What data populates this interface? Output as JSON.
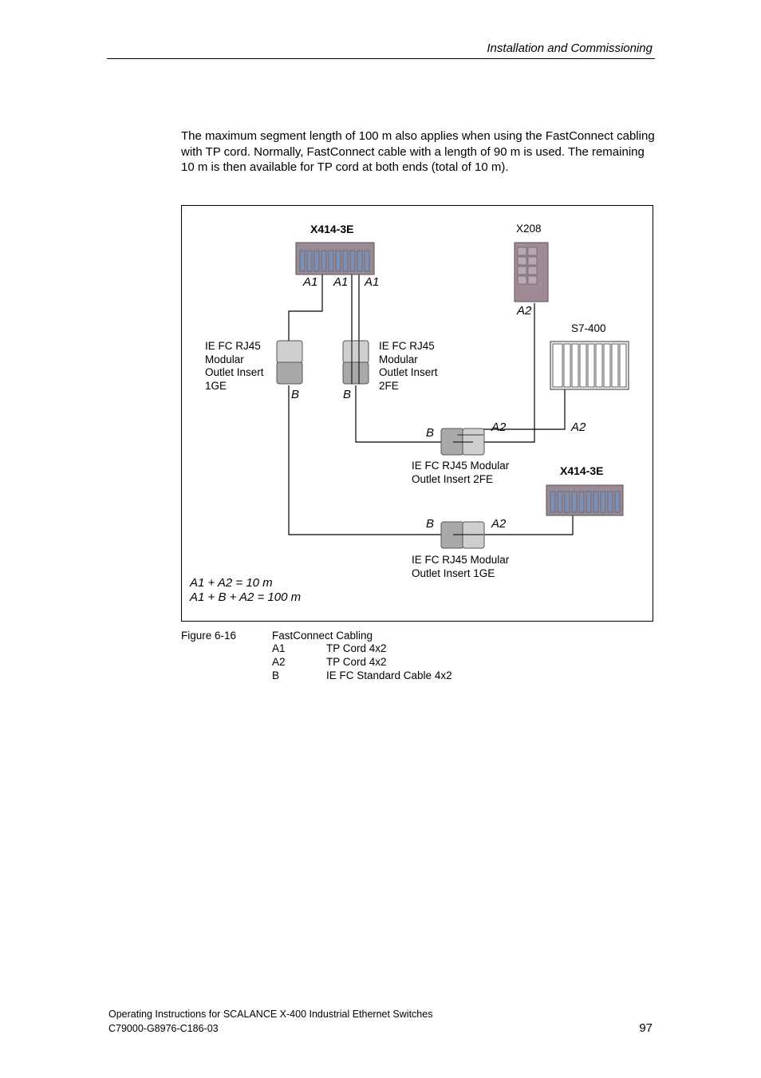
{
  "header": {
    "title": "Installation and Commissioning"
  },
  "intro": {
    "text": "The maximum segment length of 100 m also applies when using the FastConnect cabling with TP cord. Normally, FastConnect cable with a length of 90 m is used. The remaining 10 m is then available for TP cord at both ends (total of 10 m)."
  },
  "figure": {
    "switch_top": "X414-3E",
    "switch_bottom": "X414-3E",
    "x208": "X208",
    "s7": "S7-400",
    "labels": {
      "a1": "A1",
      "a2": "A2",
      "b": "B"
    },
    "outlet_1ge_left": [
      "IE FC RJ45",
      "Modular",
      "Outlet Insert",
      "1GE"
    ],
    "outlet_2fe_left": [
      "IE FC RJ45",
      "Modular",
      "Outlet Insert",
      "2FE"
    ],
    "outlet_2fe_mid": [
      "IE FC RJ45 Modular",
      "Outlet Insert 2FE"
    ],
    "outlet_1ge_mid": [
      "IE FC RJ45 Modular",
      "Outlet Insert 1GE"
    ],
    "equation1": "A1 + A2 = 10 m",
    "equation2": "A1 + B + A2 = 100 m"
  },
  "caption": {
    "number": "Figure 6-16",
    "title": "FastConnect Cabling",
    "legend": [
      {
        "key": "A1",
        "value": "TP Cord 4x2"
      },
      {
        "key": "A2",
        "value": "TP Cord 4x2"
      },
      {
        "key": "B",
        "value": "IE FC Standard Cable 4x2"
      }
    ]
  },
  "footer": {
    "line1": "Operating Instructions for SCALANCE X-400 Industrial Ethernet Switches",
    "line2": "C79000-G8976-C186-03",
    "page": "97"
  }
}
